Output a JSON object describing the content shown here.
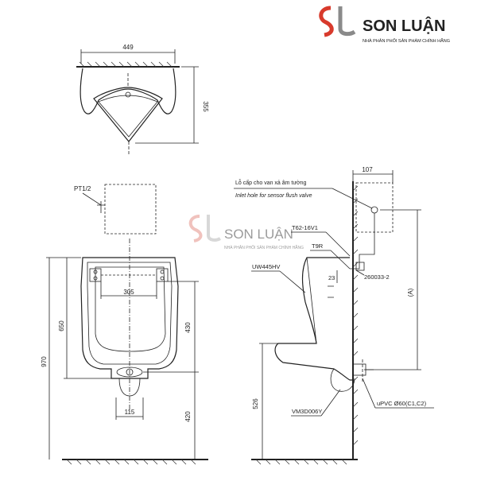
{
  "brand": {
    "name": "SON LUẬN",
    "tagline": "NHÀ PHÂN PHỐI SẢN PHẨM CHÍNH HÃNG",
    "logo_red": "#d83a2c",
    "logo_grey": "#8a8a8a"
  },
  "watermark": {
    "name": "SON LUẬN",
    "tagline": "NHÀ PHÂN PHỐI SẢN PHẨM CHÍNH HÃNG"
  },
  "top_view": {
    "width_dim": "449",
    "depth_dim": "355"
  },
  "front_view": {
    "inlet_label": "PT1/2",
    "bracket_spacing": "305",
    "upper_height": "650",
    "total_height": "970",
    "mid_height": "430",
    "lower_height": "420",
    "outlet_width": "115"
  },
  "side_view": {
    "valve_offset": "107",
    "note_vi": "Lỗ cấp cho van xả âm tường",
    "note_en": "Inlet hole for sensor flush valve",
    "part_1": "T62-16V1",
    "part_2": "T9R",
    "part_3": "260033-2",
    "model": "UW445HV",
    "small_dim": "23",
    "a_dim": "(A)",
    "floor_height": "526",
    "trap_part": "VM3D006Y",
    "outlet_pipe": "uPVC Ø60(C1,C2)"
  }
}
